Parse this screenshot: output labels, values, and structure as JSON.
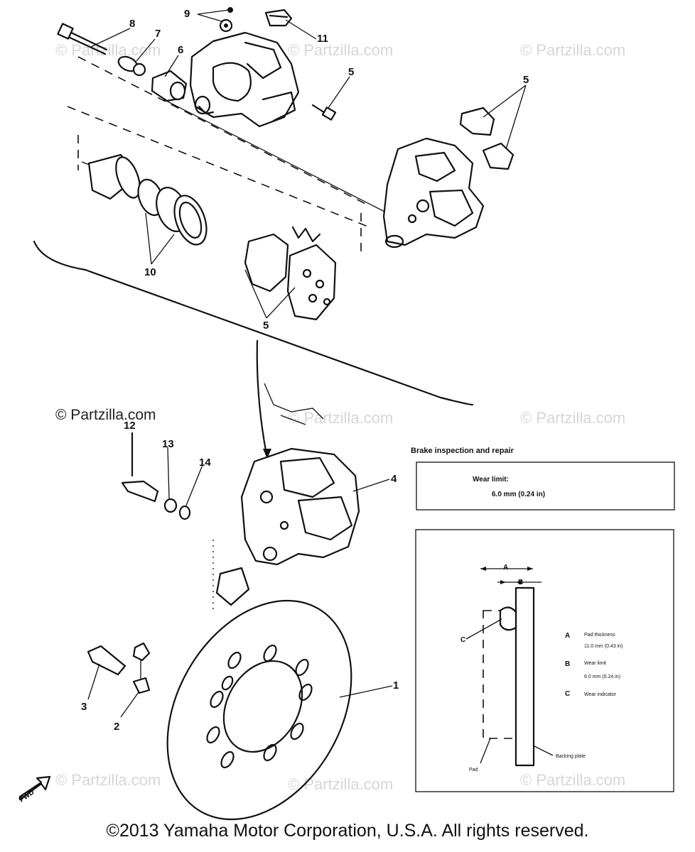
{
  "watermarks": {
    "faint": "© Partzilla.com",
    "dark": "© Partzilla.com"
  },
  "callouts": {
    "c1": "1",
    "c2": "2",
    "c3": "3",
    "c4": "4",
    "c5a": "5",
    "c5b": "5",
    "c5c": "5",
    "c6": "6",
    "c7": "7",
    "c8": "8",
    "c9": "9",
    "c10": "10",
    "c11": "11",
    "c12": "12",
    "c13": "13",
    "c14": "14"
  },
  "inspection": {
    "title": "Brake inspection and repair",
    "wear_label": "Wear limit:",
    "wear_value": "6.0 mm (0.24 in)",
    "dim_a": "A",
    "dim_b": "B",
    "dim_c": "C",
    "legend": [
      {
        "key": "A",
        "line1": "Pad thickness",
        "line2": "11.0 mm (0.43 in)"
      },
      {
        "key": "B",
        "line1": "Wear limit",
        "line2": "6.0 mm (0.24 in)"
      },
      {
        "key": "C",
        "line1": "Wear indicator",
        "line2": ""
      }
    ],
    "pad_label": "Pad",
    "backing_label": "Backing plate"
  },
  "fwd_label": "FWD",
  "copyright": "©2013 Yamaha Motor Corporation, U.S.A. All rights reserved."
}
